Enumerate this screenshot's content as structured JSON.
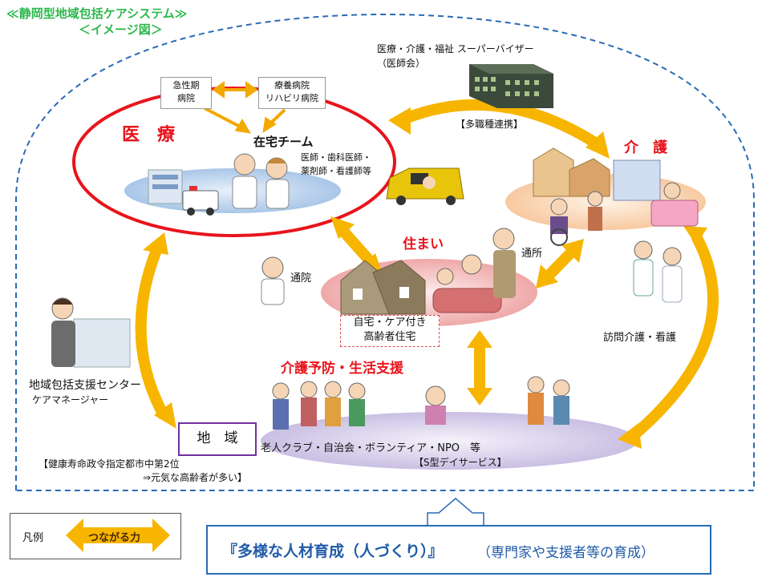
{
  "title": {
    "line1": "≪静岡型地域包括ケアシステム≫",
    "line2": "＜イメージ図＞"
  },
  "medical": {
    "heading": "医　療",
    "acute_box": [
      "急性期",
      "病院"
    ],
    "recovery_box": [
      "療養病院",
      "リハビリ病院"
    ],
    "home_team": "在宅チーム",
    "members": [
      "医師・歯科医師・",
      "薬剤師・看護師等"
    ]
  },
  "supervisor": {
    "line1": "医療・介護・福祉 スーパーバイザー",
    "line2": "（医師会）",
    "collab": "【多職種連携】"
  },
  "care": {
    "heading": "介　護",
    "commute": "通所",
    "visiting": "訪問介護・看護"
  },
  "housing": {
    "heading": "住まい",
    "hospital_visit": "通院",
    "box": [
      "自宅・ケア付き",
      "高齢者住宅"
    ]
  },
  "prevention": {
    "heading": "介護予防・生活支援",
    "groups": "老人クラブ・自治会・ボランティア・NPO　等",
    "day_service": "【S型デイサービス】"
  },
  "center": {
    "line1": "地域包括支援センター",
    "line2": "ケアマネージャー"
  },
  "community": {
    "box": "地　域",
    "note1": "【健康寿命政令指定都市中第2位",
    "note2": "⇒元気な高齢者が多い】"
  },
  "legend": {
    "label": "凡例",
    "arrow_text": "つながる力"
  },
  "bottom": {
    "main": "『多様な人材育成（人づくり）』",
    "sub": "（専門家や支援者等の育成）"
  },
  "colors": {
    "title_green": "#2db84d",
    "heading_red": "#e8141c",
    "arrow_yellow": "#f7b500",
    "dashed_blue": "#2a6ab5",
    "bottom_blue": "#1f5ba8",
    "community_purple": "#7030a0"
  }
}
